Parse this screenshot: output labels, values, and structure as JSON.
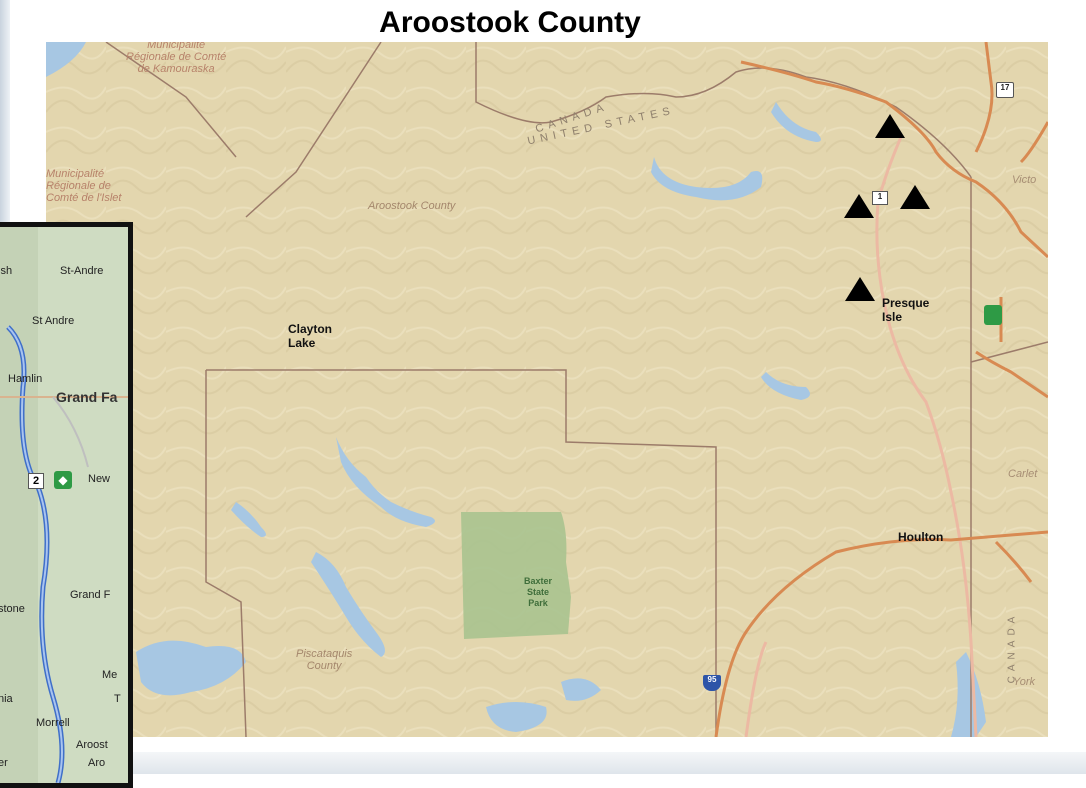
{
  "title": "Aroostook County",
  "map": {
    "admin_labels": [
      "Municipalité\nRégionale de Comté\nde Kamouraska",
      "Municipalité\nRégionale de\nComté de l'Islet"
    ],
    "country_labels": [
      "CANADA",
      "UNITED STATES",
      "CANADA"
    ],
    "county_labels": [
      "Aroostook County",
      "Piscataquis\nCounty"
    ],
    "edge_labels": [
      "Victo",
      "Carlet",
      "York"
    ],
    "cities": [
      "Clayton\nLake",
      "Presque\nIsle",
      "Houlton"
    ],
    "park": "Baxter\nState\nPark",
    "shields": [
      "17",
      "1",
      "95"
    ],
    "marker_icon": "triangle-marker-icon",
    "marker_count": 4,
    "colors": {
      "land": "#e3d6ae",
      "water": "#a7c7e3",
      "park": "#a9c38f",
      "road_major": "#d88a52",
      "road_minor": "#ecb9a3",
      "boundary": "#9c7c6a",
      "marker": "#000000"
    }
  },
  "inset": {
    "labels": [
      "ish",
      "St-Andre",
      "St Andre",
      "Hamlin",
      "Grand Fa",
      "New",
      "Grand F",
      "stone",
      "Me",
      "nia",
      "T",
      "Morrell",
      "Aroost",
      "er",
      "Aro"
    ],
    "highway": "2",
    "badge_icon": "canada-highway-icon",
    "colors": {
      "land": "#cfdcc2",
      "road": "#3f6fc9",
      "border": "#111111"
    }
  }
}
